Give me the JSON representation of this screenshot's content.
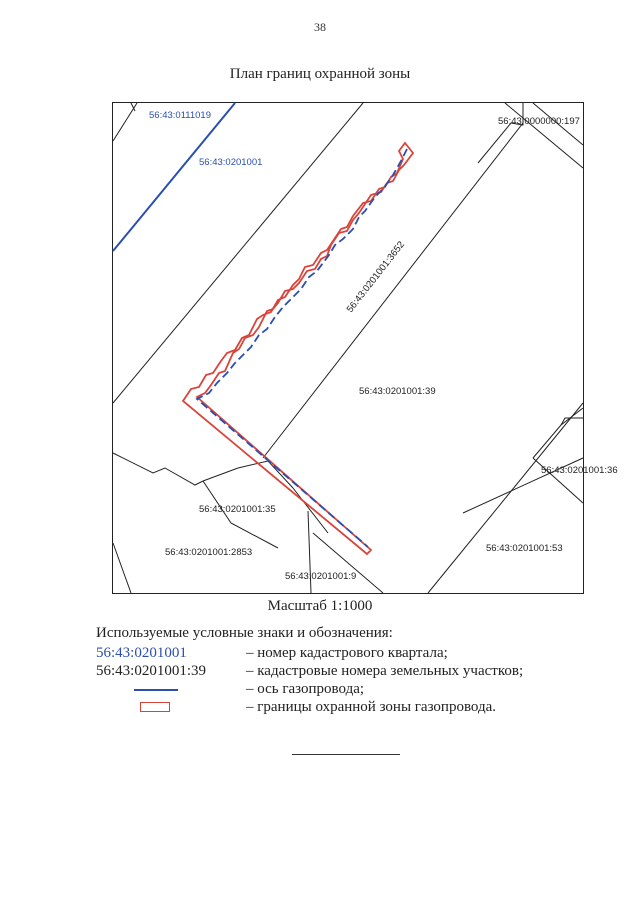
{
  "page": {
    "number": "38",
    "title": "План границ охранной зоны",
    "scale": "Масштаб 1:1000"
  },
  "map": {
    "labels": {
      "quarter_top": "56:43:0111019",
      "quarter_main": "56:43:0201001",
      "quarter_corner": "56:43:0000000:197",
      "parcel_3652": "56:43:0201001:3652",
      "parcel_39": "56:43:0201001:39",
      "parcel_partial": "56:43:0201001:36",
      "parcel_35": "56:43:0201001:35",
      "parcel_2853": "56:43:0201001:2853",
      "parcel_53": "56:43:0201001:53",
      "parcel_9": "56:43:0201001:9"
    }
  },
  "legend": {
    "title": "Используемые условные знаки и обозначения:",
    "items": [
      {
        "key": "56:43:0201001",
        "description": "– номер кадастрового квартала;"
      },
      {
        "key": "56:43:0201001:39",
        "description": "– кадастровые номера земельных участков;"
      },
      {
        "key": "",
        "description": "– ось газопровода;"
      },
      {
        "key": "",
        "description": "– границы охранной зоны газопровода."
      }
    ]
  },
  "colors": {
    "quarter_line": "#2a4fb0",
    "axis_line": "#2a4fb0",
    "zone_border": "#d9443a",
    "parcel_line": "#222222"
  }
}
